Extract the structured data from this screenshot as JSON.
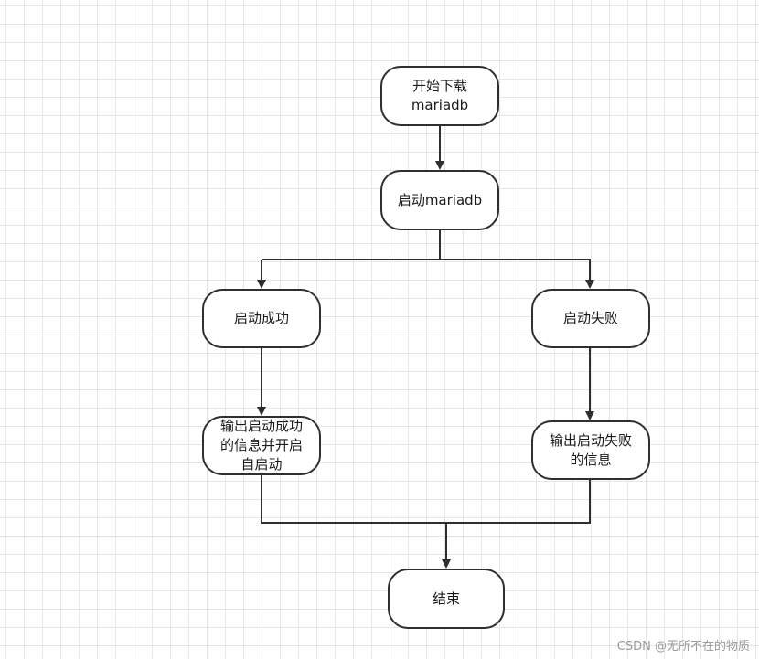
{
  "nodes": {
    "start": "开始下载\nmariadb",
    "launch": "启动mariadb",
    "success": "启动成功",
    "failure": "启动失败",
    "success_output": "输出启动成功\n的信息并开启\n自启动",
    "failure_output": "输出启动失败\n的信息",
    "end": "结束"
  },
  "watermark": "CSDN @无所不在的物质",
  "colors": {
    "stroke": "#2f2f2f",
    "node_fill": "#ffffff",
    "grid": "#e6e6e6"
  }
}
